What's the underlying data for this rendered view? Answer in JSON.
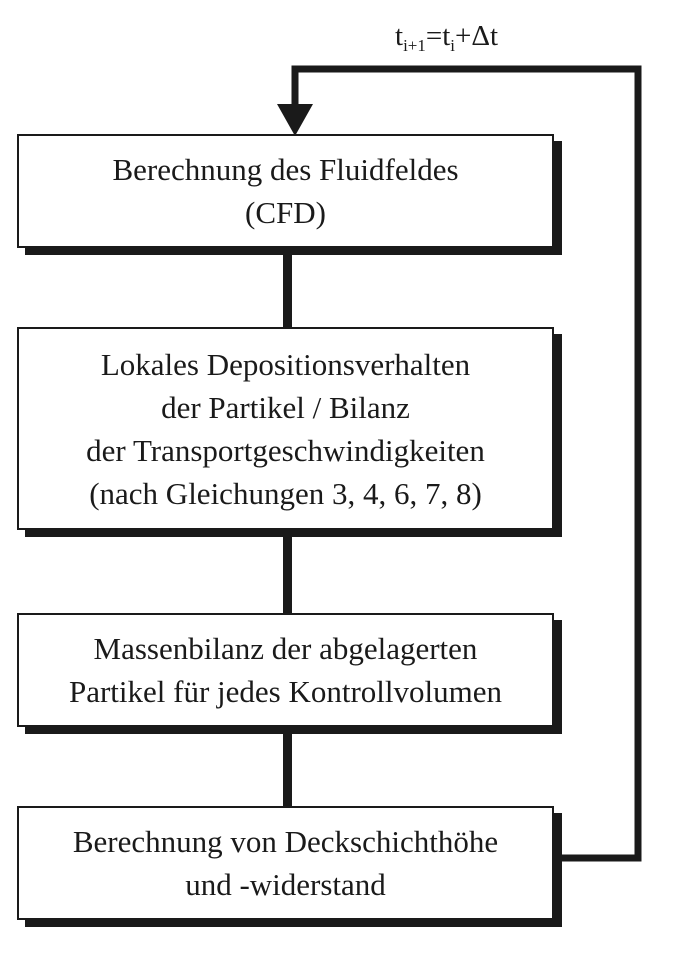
{
  "diagram": {
    "loop_label": {
      "t": "t",
      "sub_next": "i+1",
      "equals": "=t",
      "sub_current": "i",
      "increment": "+Δt"
    },
    "steps": [
      {
        "lines": [
          "Berechnung des Fluidfeldes",
          "(CFD)"
        ]
      },
      {
        "lines": [
          "Lokales Depositionsverhalten",
          "der Partikel / Bilanz",
          "der Transportgeschwindigkeiten",
          "(nach Gleichungen 3, 4, 6, 7, 8)"
        ]
      },
      {
        "lines": [
          "Massenbilanz der abgelagerten",
          "Partikel für jedes Kontrollvolumen"
        ]
      },
      {
        "lines": [
          "Berechnung von Deckschichthöhe",
          "und -widerstand"
        ]
      }
    ]
  }
}
